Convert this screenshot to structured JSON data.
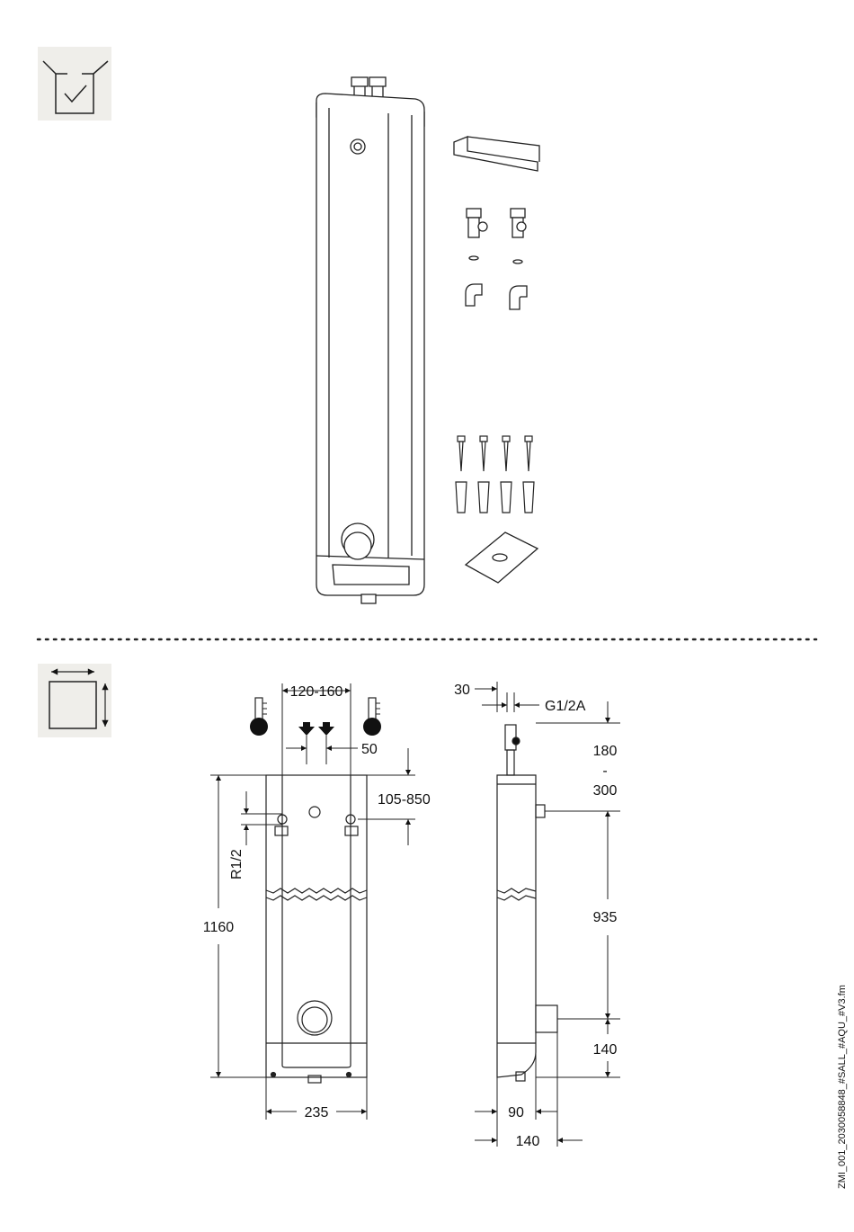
{
  "sections": {
    "scope_of_delivery": {
      "icon": "box-checkmark-icon"
    },
    "dimensions": {
      "icon": "dimensions-square-icon"
    }
  },
  "front_view": {
    "labels": {
      "spacing_top": "120-160",
      "inlet_offset": "50",
      "inlet_height": "105-850",
      "thread_inlet": "R1/2",
      "height": "1160",
      "width": "235"
    }
  },
  "side_view": {
    "labels": {
      "depth_top": "30",
      "thread_connector": "G1/2A",
      "top_range_1": "180",
      "top_range_dash": "-",
      "top_range_2": "300",
      "middle": "935",
      "bottom": "140",
      "depth_90": "90",
      "depth_140": "140"
    }
  },
  "doc_reference": "ZMI_001_2030058848_#SALL_#AQU_#V3.fm"
}
